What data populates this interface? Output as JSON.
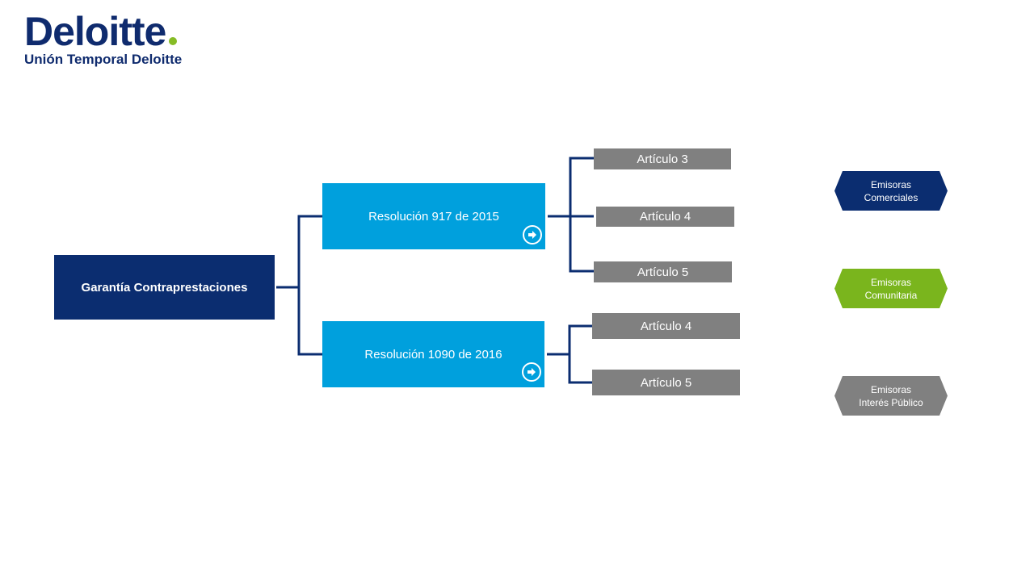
{
  "brand": {
    "name": "Deloitte",
    "subtitle": "Unión Temporal Deloitte",
    "colors": {
      "navy": "#0b2d70",
      "cyan": "#00a0dd",
      "green": "#86bc25",
      "gray": "#808080"
    }
  },
  "diagram": {
    "root": "Garantía Contraprestaciones",
    "resolutions": [
      {
        "label": "Resolución 917 de 2015",
        "icon": "arrow-right-circle-icon",
        "articles": [
          "Artículo 3",
          "Artículo 4",
          "Artículo 5"
        ]
      },
      {
        "label": "Resolución 1090 de 2016",
        "icon": "arrow-right-circle-icon",
        "articles": [
          "Artículo 4",
          "Artículo 5"
        ]
      }
    ]
  },
  "legend": [
    {
      "line1": "Emisoras",
      "line2": "Comerciales"
    },
    {
      "line1": "Emisoras",
      "line2": "Comunitaria"
    },
    {
      "line1": "Emisoras",
      "line2": "Interés Público"
    }
  ]
}
